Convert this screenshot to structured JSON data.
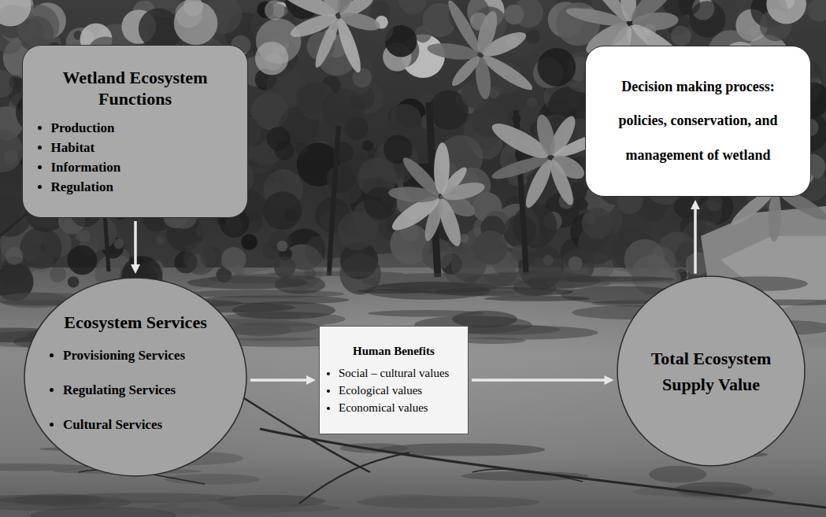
{
  "diagram": {
    "nodes": [
      {
        "text": [
          "Wetland Ecosystem Functions",
          "Production",
          "Habitat",
          "Information",
          "Regulation"
        ]
      },
      {
        "text": [
          "Ecosystem Services",
          "Provisioning Services",
          "Regulating Services",
          "Cultural Services"
        ]
      },
      {
        "text": [
          "Human Benefits",
          "Social – cultural values",
          "Ecological values",
          "Economical values"
        ]
      },
      {
        "text": [
          "Total Ecosystem Supply Value"
        ]
      },
      {
        "text": [
          "Decision making process: policies, conservation, and management of wetland"
        ]
      }
    ],
    "edges": [
      {
        "from": 0,
        "to": 1,
        "arrow": "to"
      },
      {
        "from": 1,
        "to": 2,
        "arrow": "to"
      },
      {
        "from": 2,
        "to": 3,
        "arrow": "to"
      },
      {
        "from": 3,
        "to": 4,
        "arrow": "to"
      }
    ]
  }
}
